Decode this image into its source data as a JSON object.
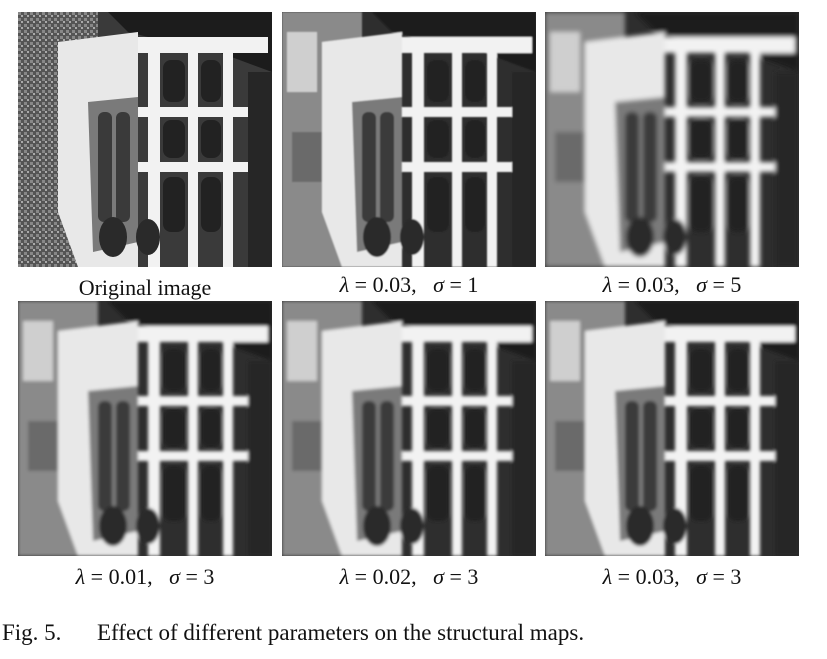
{
  "figure": {
    "label": "Fig. 5.",
    "caption": "Effect of different parameters on the structural maps."
  },
  "panels": [
    {
      "id": "original",
      "caption": "Original image",
      "kind": "original"
    },
    {
      "id": "p2",
      "lambda": "0.03",
      "sigma": "1",
      "kind": "smooth1"
    },
    {
      "id": "p3",
      "lambda": "0.03",
      "sigma": "5",
      "kind": "smooth5"
    },
    {
      "id": "p4",
      "lambda": "0.01",
      "sigma": "3",
      "kind": "smooth3"
    },
    {
      "id": "p5",
      "lambda": "0.02",
      "sigma": "3",
      "kind": "smooth3"
    },
    {
      "id": "p6",
      "lambda": "0.03",
      "sigma": "3",
      "kind": "smooth3"
    }
  ],
  "symbols": {
    "lambda": "λ",
    "sigma": "σ",
    "equals": " = ",
    "separator": ",   "
  }
}
